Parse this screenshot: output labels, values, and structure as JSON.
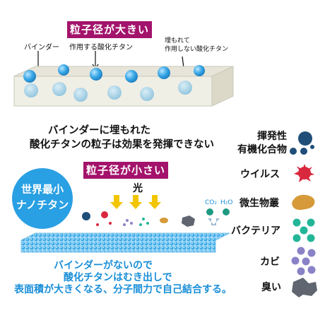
{
  "top": {
    "badge": "粒子径が大きい",
    "label_binder": "バインダー",
    "label_active": "作用する酸化チタン",
    "label_buried_line1": "埋もれて",
    "label_buried_line2": "作用しない酸化チタン"
  },
  "middle": {
    "line1": "バインダーに埋もれた",
    "line2": "酸化チタンの粒子は効果を発揮できない"
  },
  "bottom": {
    "badge": "粒子径が小さい",
    "circle_line1": "世界最小",
    "circle_line2": "ナノチタン",
    "light_label": "光",
    "co2": "CO₂",
    "h2o": "H₂O",
    "text_line1": "バインダーがないので",
    "text_line2": "酸化チタンはむき出しで",
    "text_line3": "表面積が大きくなる、分子間力で自己結合する。"
  },
  "legend": {
    "voc_line1": "揮発性",
    "voc_line2": "有機化合物",
    "virus": "ウイルス",
    "microbe": "微生物叢",
    "bacteria": "バクテリア",
    "mold": "カビ",
    "odor": "臭い"
  },
  "colors": {
    "badge": "#a3136b",
    "accent_blue": "#1a8fd8",
    "particle_blue": "#3aa8e6",
    "binder_block": "#f0efe6",
    "arrow_yellow": "#f2c500",
    "voc_navy": "#1f4f79",
    "virus_red": "#d9283e",
    "microbe_orange": "#d79a3a",
    "bacteria_teal": "#23b598",
    "mold_purple": "#8a82c7",
    "odor_gray": "#5f6670"
  }
}
